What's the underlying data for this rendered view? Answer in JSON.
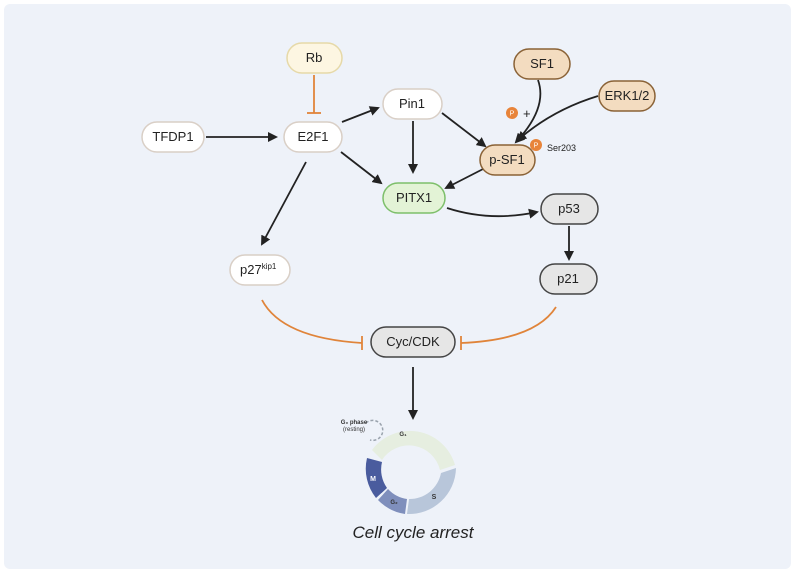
{
  "nodes": {
    "rb": "Rb",
    "tfdp1": "TFDP1",
    "e2f1": "E2F1",
    "pin1": "Pin1",
    "sf1": "SF1",
    "erk": "ERK1/2",
    "psf1": "p-SF1",
    "pitx1": "PITX1",
    "p53": "p53",
    "p27_base": "p27",
    "p27_sup": "kip1",
    "p21": "p21",
    "cyccdk": "Cyc/CDK"
  },
  "annotations": {
    "phospho_symbol": "P",
    "plus": "+",
    "ser203": "Ser203"
  },
  "cell_cycle": {
    "g0_line1": "G₀ phase",
    "g0_line2": "(resting)",
    "g1": "G₁",
    "s": "S",
    "g2": "G₂",
    "m": "M"
  },
  "caption": "Cell cycle arrest",
  "colors": {
    "background_panel": "#eef2f9",
    "arrow": "#222222",
    "inhibition": "#e0843a",
    "phospho_badge": "#e8843a",
    "pitx1_fill": "#e3f3d6",
    "pitx1_stroke": "#7dbf6a",
    "sf1_fill": "#f3dcc0",
    "sf1_stroke": "#8a6236",
    "rb_fill": "#fdf6e2",
    "rb_stroke": "#e6d9a8",
    "grey_fill": "#e6e6e6",
    "g1_color": "#e6eee0",
    "s_color": "#b8c6da",
    "g2_color": "#7f8fbc",
    "m_color": "#4a5c9e"
  }
}
